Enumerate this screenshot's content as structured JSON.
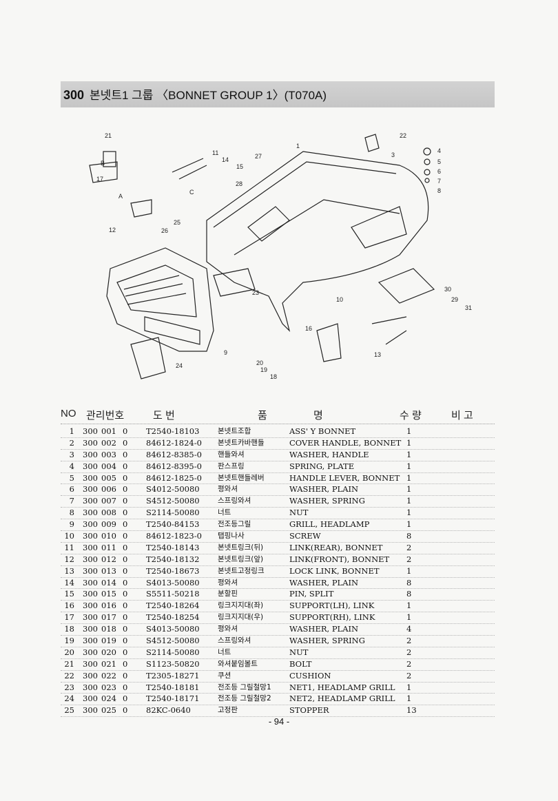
{
  "title": {
    "number": "300",
    "text": "본넷트1 그룹 〈BONNET GROUP 1〉(T070A)"
  },
  "columns": {
    "no": "NO",
    "mgmt": "관리번호",
    "drawing": "도 번",
    "name_left": "품",
    "name_right": "명",
    "qty": "수 량",
    "remark": "비 고"
  },
  "diagram_callouts": [
    "1",
    "3",
    "4",
    "5",
    "6",
    "7",
    "8",
    "9",
    "10",
    "11",
    "12",
    "13",
    "14",
    "15",
    "16",
    "17",
    "18",
    "19",
    "20",
    "21",
    "22",
    "23",
    "24",
    "25",
    "26",
    "27",
    "28",
    "29",
    "30",
    "31",
    "A",
    "B",
    "C"
  ],
  "parts": [
    {
      "no": "1",
      "grp": "300",
      "seq": "001",
      "z": "0",
      "part": "T2540-18103",
      "kr": "본넷트조합",
      "en": "ASS' Y BONNET",
      "qty": "1"
    },
    {
      "no": "2",
      "grp": "300",
      "seq": "002",
      "z": "0",
      "part": "84612-1824-0",
      "kr": "본넷트카바핸들",
      "en": "COVER HANDLE, BONNET",
      "qty": "1"
    },
    {
      "no": "3",
      "grp": "300",
      "seq": "003",
      "z": "0",
      "part": "84612-8385-0",
      "kr": "핸들와셔",
      "en": "WASHER, HANDLE",
      "qty": "1"
    },
    {
      "no": "4",
      "grp": "300",
      "seq": "004",
      "z": "0",
      "part": "84612-8395-0",
      "kr": "판스프링",
      "en": "SPRING, PLATE",
      "qty": "1"
    },
    {
      "no": "5",
      "grp": "300",
      "seq": "005",
      "z": "0",
      "part": "84612-1825-0",
      "kr": "본넷트핸들레버",
      "en": "HANDLE LEVER, BONNET",
      "qty": "1"
    },
    {
      "no": "6",
      "grp": "300",
      "seq": "006",
      "z": "0",
      "part": "S4012-50080",
      "kr": "평와셔",
      "en": "WASHER, PLAIN",
      "qty": "1"
    },
    {
      "no": "7",
      "grp": "300",
      "seq": "007",
      "z": "0",
      "part": "S4512-50080",
      "kr": "스프링와셔",
      "en": "WASHER, SPRING",
      "qty": "1"
    },
    {
      "no": "8",
      "grp": "300",
      "seq": "008",
      "z": "0",
      "part": "S2114-50080",
      "kr": "너트",
      "en": "NUT",
      "qty": "1"
    },
    {
      "no": "9",
      "grp": "300",
      "seq": "009",
      "z": "0",
      "part": "T2540-84153",
      "kr": "전조등그릴",
      "en": "GRILL, HEADLAMP",
      "qty": "1"
    },
    {
      "no": "10",
      "grp": "300",
      "seq": "010",
      "z": "0",
      "part": "84612-1823-0",
      "kr": "탭핑나사",
      "en": "SCREW",
      "qty": "8"
    },
    {
      "no": "11",
      "grp": "300",
      "seq": "011",
      "z": "0",
      "part": "T2540-18143",
      "kr": "본넷트링크(뒤)",
      "en": "LINK(REAR), BONNET",
      "qty": "2"
    },
    {
      "no": "12",
      "grp": "300",
      "seq": "012",
      "z": "0",
      "part": "T2540-18132",
      "kr": "본넷트링크(앞)",
      "en": "LINK(FRONT), BONNET",
      "qty": "2"
    },
    {
      "no": "13",
      "grp": "300",
      "seq": "013",
      "z": "0",
      "part": "T2540-18673",
      "kr": "본넷트고정링크",
      "en": "LOCK LINK, BONNET",
      "qty": "1"
    },
    {
      "no": "14",
      "grp": "300",
      "seq": "014",
      "z": "0",
      "part": "S4013-50080",
      "kr": "평와셔",
      "en": "WASHER, PLAIN",
      "qty": "8"
    },
    {
      "no": "15",
      "grp": "300",
      "seq": "015",
      "z": "0",
      "part": "S5511-50218",
      "kr": "분할핀",
      "en": "PIN, SPLIT",
      "qty": "8"
    },
    {
      "no": "16",
      "grp": "300",
      "seq": "016",
      "z": "0",
      "part": "T2540-18264",
      "kr": "링크지지대(좌)",
      "en": "SUPPORT(LH), LINK",
      "qty": "1"
    },
    {
      "no": "17",
      "grp": "300",
      "seq": "017",
      "z": "0",
      "part": "T2540-18254",
      "kr": "링크지지대(우)",
      "en": "SUPPORT(RH), LINK",
      "qty": "1"
    },
    {
      "no": "18",
      "grp": "300",
      "seq": "018",
      "z": "0",
      "part": "S4013-50080",
      "kr": "평와셔",
      "en": "WASHER, PLAIN",
      "qty": "4"
    },
    {
      "no": "19",
      "grp": "300",
      "seq": "019",
      "z": "0",
      "part": "S4512-50080",
      "kr": "스프링와셔",
      "en": "WASHER, SPRING",
      "qty": "2"
    },
    {
      "no": "20",
      "grp": "300",
      "seq": "020",
      "z": "0",
      "part": "S2114-50080",
      "kr": "너트",
      "en": "NUT",
      "qty": "2"
    },
    {
      "no": "21",
      "grp": "300",
      "seq": "021",
      "z": "0",
      "part": "S1123-50820",
      "kr": "와셔붙임볼트",
      "en": "BOLT",
      "qty": "2"
    },
    {
      "no": "22",
      "grp": "300",
      "seq": "022",
      "z": "0",
      "part": "T2305-18271",
      "kr": "쿠션",
      "en": "CUSHION",
      "qty": "2"
    },
    {
      "no": "23",
      "grp": "300",
      "seq": "023",
      "z": "0",
      "part": "T2540-18181",
      "kr": "전조등 그릴철망1",
      "en": "NET1, HEADLAMP GRILL",
      "qty": "1"
    },
    {
      "no": "24",
      "grp": "300",
      "seq": "024",
      "z": "0",
      "part": "T2540-18171",
      "kr": "전조등 그릴철망2",
      "en": "NET2, HEADLAMP GRILL",
      "qty": "1"
    },
    {
      "no": "25",
      "grp": "300",
      "seq": "025",
      "z": "0",
      "part": "82KC-0640",
      "kr": "고정판",
      "en": "STOPPER",
      "qty": "13"
    }
  ],
  "page_number": "- 94 -"
}
